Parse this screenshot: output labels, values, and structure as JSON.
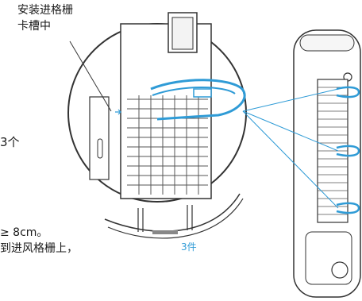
{
  "annotation": {
    "line1": "安装进格栅",
    "line2": "卡槽中"
  },
  "side_text": {
    "count": "3个",
    "distance": "≥ 8cm。",
    "attach": "到进风格栅上，"
  },
  "part_label": "3件",
  "colors": {
    "accent": "#2f9bd6",
    "line": "#333333",
    "fill": "#ffffff"
  }
}
